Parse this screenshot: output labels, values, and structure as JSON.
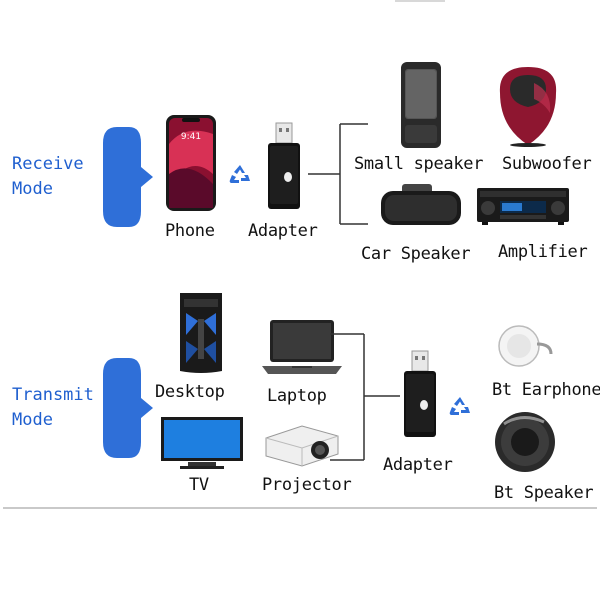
{
  "receive": {
    "mode_label_line1": "Receive",
    "mode_label_line2": "Mode",
    "phone_label": "Phone",
    "adapter_label": "Adapter",
    "outputs": [
      {
        "label": "Small speaker"
      },
      {
        "label": "Subwoofer"
      },
      {
        "label": "Car Speaker"
      },
      {
        "label": "Amplifier"
      }
    ]
  },
  "transmit": {
    "mode_label_line1": "Transmit",
    "mode_label_line2": "Mode",
    "sources": [
      {
        "label": "Desktop"
      },
      {
        "label": "Laptop"
      },
      {
        "label": "TV"
      },
      {
        "label": "Projector"
      }
    ],
    "adapter_label": "Adapter",
    "outputs": [
      {
        "label": "Bt Earphone"
      },
      {
        "label": "Bt Speaker"
      }
    ]
  },
  "phone_screen": {
    "time": "9:41"
  },
  "colors": {
    "accent": "#2f6fd8",
    "mode_text": "#1f5fcf",
    "line": "#333333"
  }
}
